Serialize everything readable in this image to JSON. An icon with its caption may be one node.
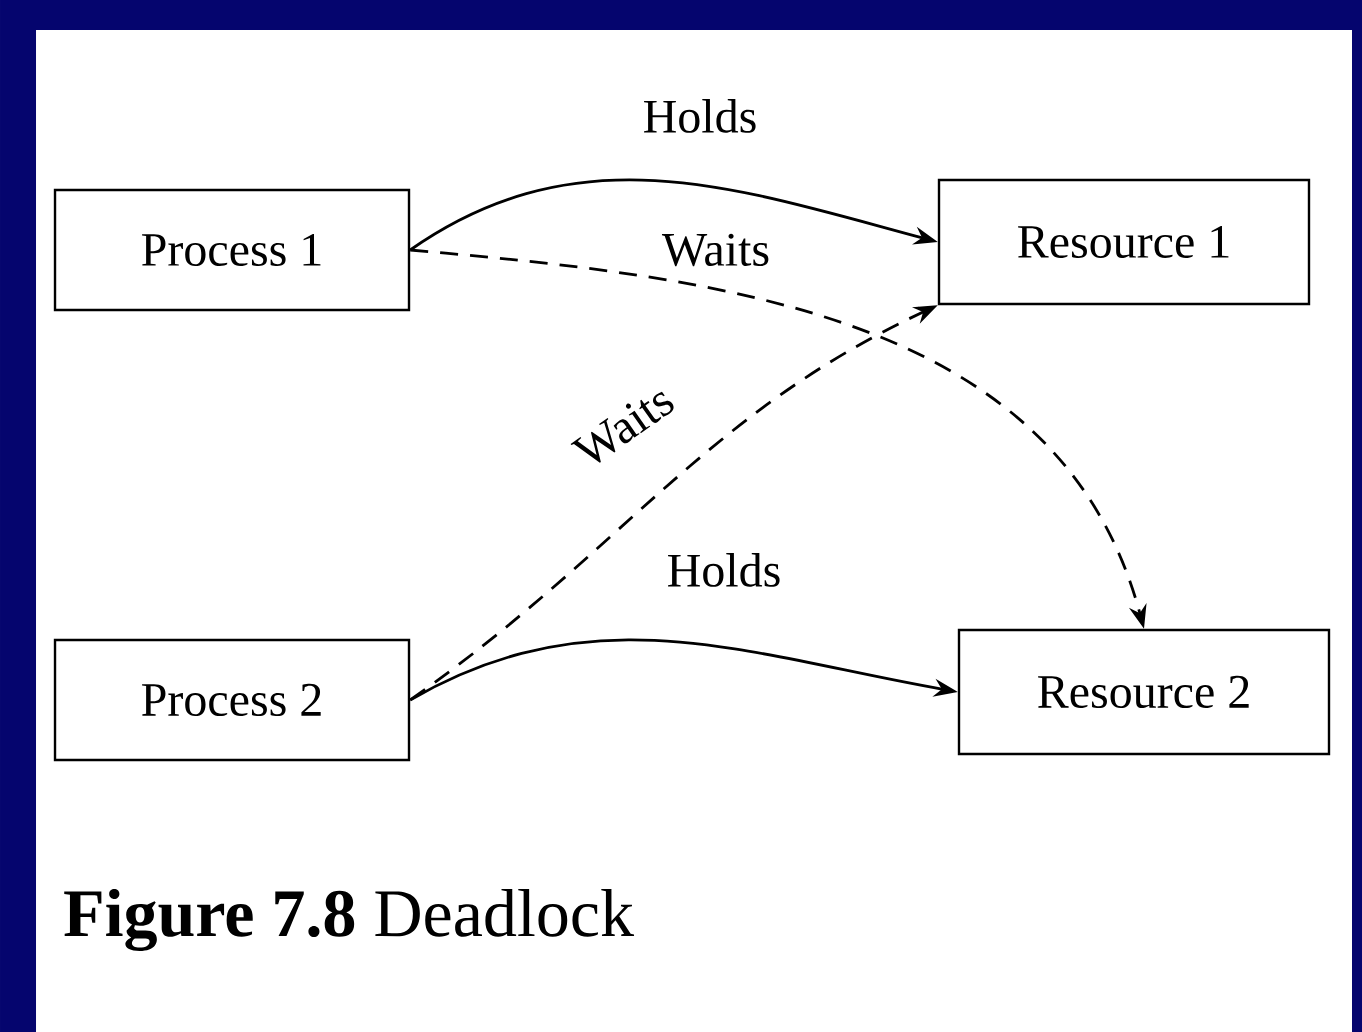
{
  "diagram": {
    "caption": "**Figure 7.8** Deadlock",
    "nodes": [
      {
        "text": [
          "Process 1"
        ]
      },
      {
        "text": [
          "Resource 1"
        ]
      },
      {
        "text": [
          "Process 2"
        ]
      },
      {
        "text": [
          "Resource 2"
        ]
      }
    ],
    "edges": [
      {
        "from": 0,
        "to": 1,
        "arrow": "to",
        "label": "Holds"
      },
      {
        "from": 0,
        "to": 3,
        "arrow": "to",
        "label": "Waits",
        "style": "dashed"
      },
      {
        "from": 2,
        "to": 1,
        "arrow": "to",
        "label": "Waits",
        "style": "dashed"
      },
      {
        "from": 2,
        "to": 3,
        "arrow": "to",
        "label": "Holds"
      }
    ]
  }
}
